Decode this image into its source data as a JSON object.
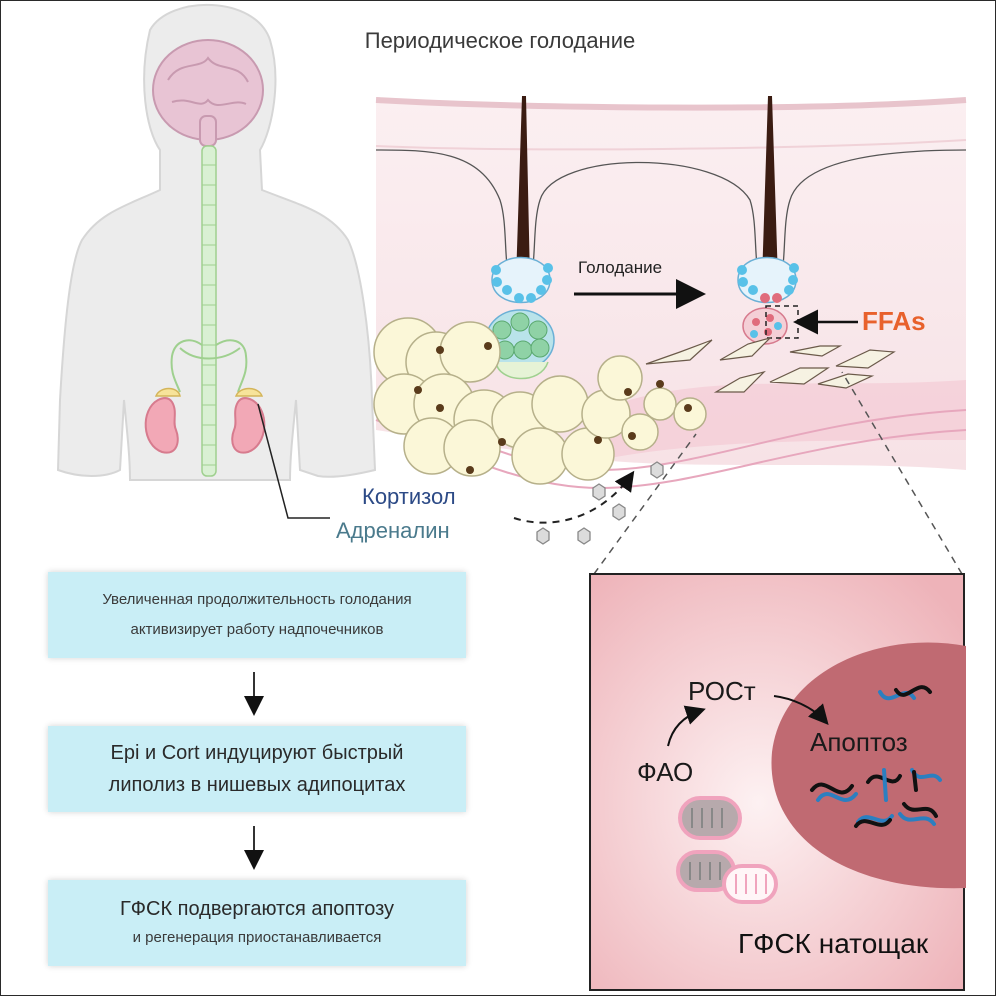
{
  "title": "Периодическое голодание",
  "labels": {
    "cortisol": "Кортизол",
    "adrenaline": "Адреналин",
    "fasting": "Голодание",
    "ffas": "FFAs",
    "ros": "РОСт",
    "apoptosis": "Апоптоз",
    "fao": "ФАО",
    "hfsc_fasted": "ГФСК натощак"
  },
  "steps": [
    {
      "line1": "Увеличенная продолжительность голодания",
      "line2": "активизирует работу надпочечников"
    },
    {
      "line1": "Epi и Cort индуцируют быстрый",
      "line2": "липолиз в нишевых адипоцитах"
    },
    {
      "line1": "ГФСК подвергаются апоптозу",
      "line2": "и регенерация приостанавливается"
    }
  ],
  "colors": {
    "step_box": "#c9eef6",
    "ffas_text": "#e8612c",
    "cortisol_text": "#2c4a86",
    "adrenaline_text": "#4a7a8c",
    "inset_background": "#f3c9cc",
    "nucleus": "#c06a72"
  }
}
